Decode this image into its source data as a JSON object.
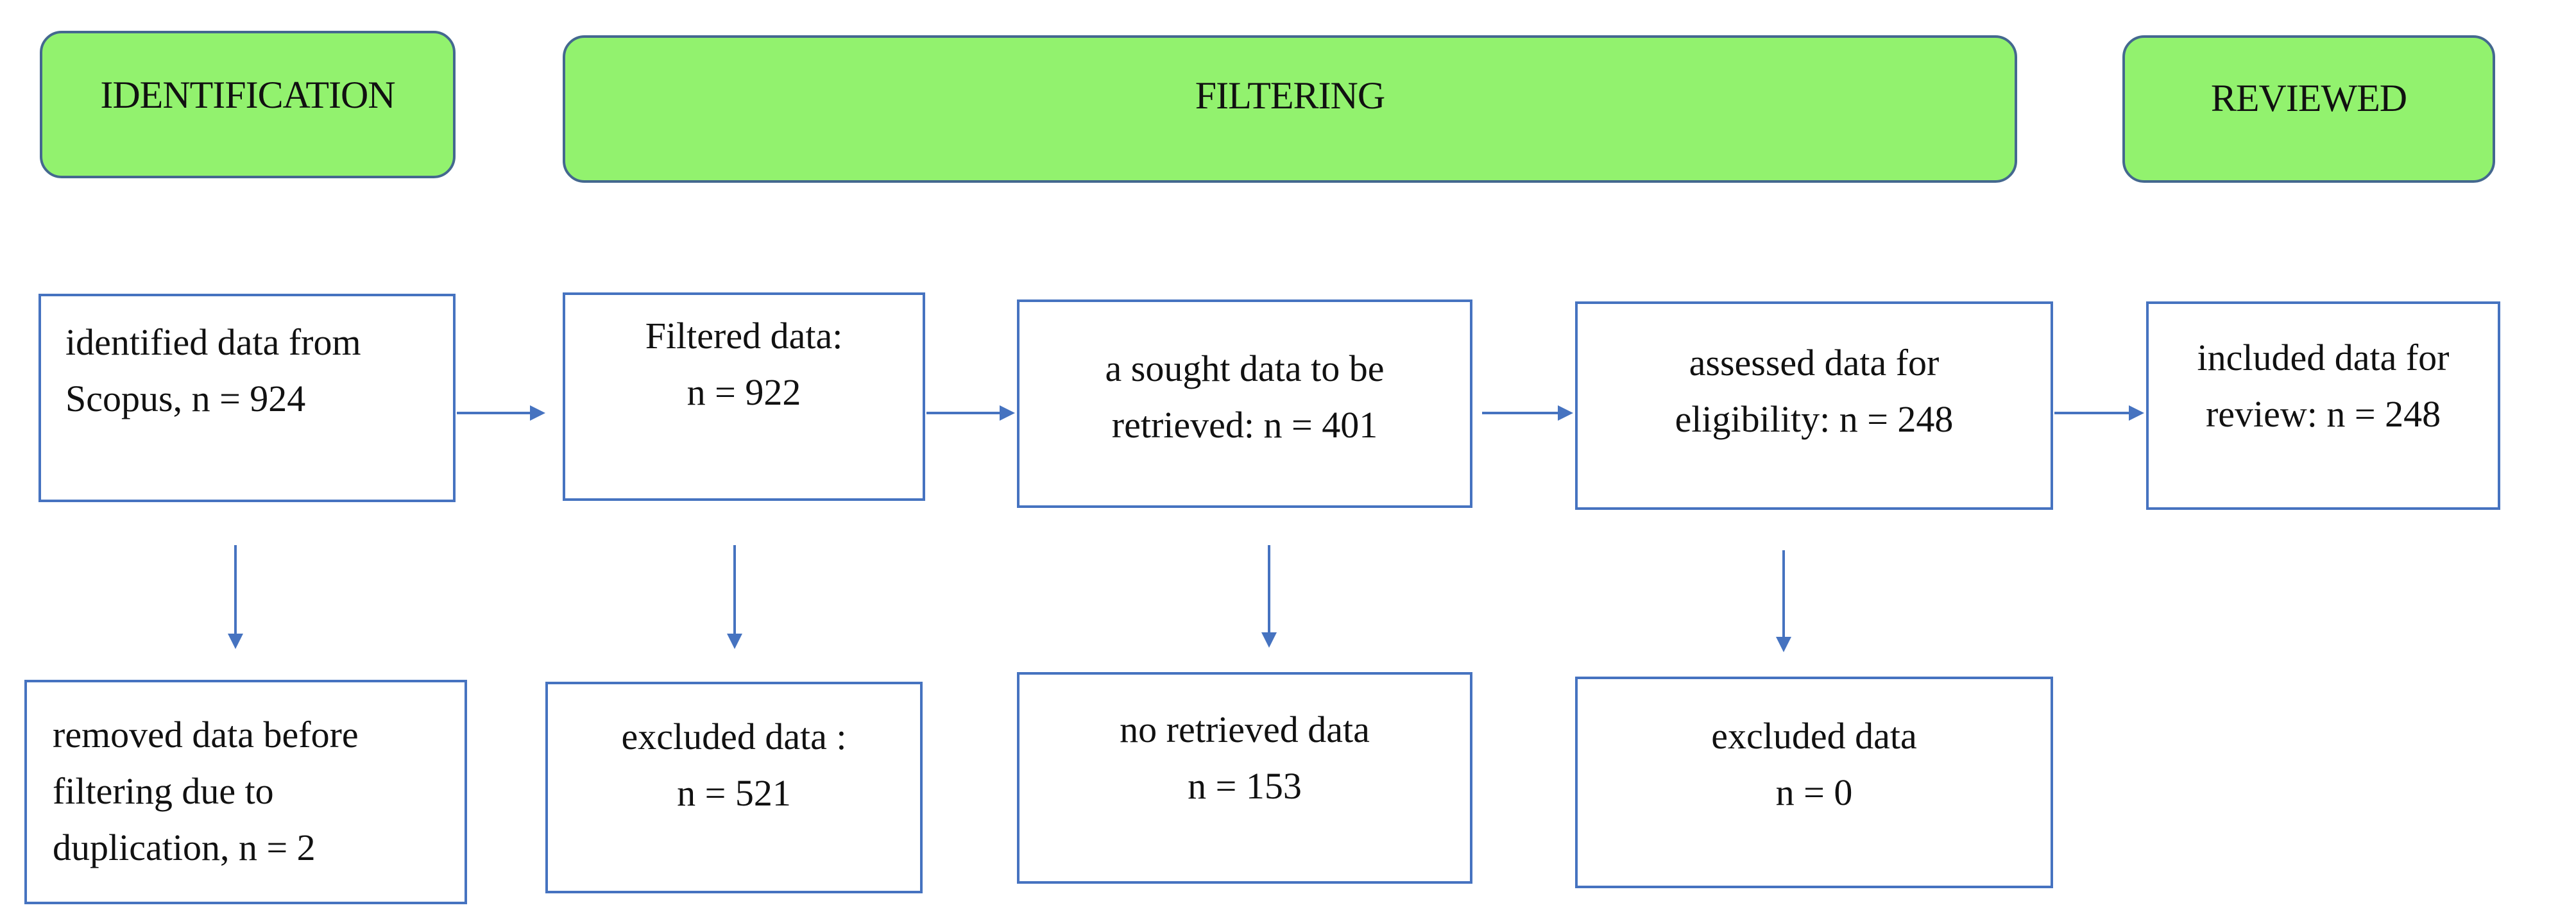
{
  "phases": {
    "identification": "IDENTIFICATION",
    "filtering": "FILTERING",
    "reviewed": "REVIEWED"
  },
  "flow": {
    "identified": [
      "identified data from",
      "Scopus, n = 924"
    ],
    "filtered": [
      "Filtered data:",
      "n = 922"
    ],
    "sought": [
      "a sought data to be",
      "retrieved: n = 401"
    ],
    "assessed": [
      "assessed data for",
      "eligibility: n = 248"
    ],
    "included": [
      "included data for",
      "review:  n = 248"
    ]
  },
  "excluded": {
    "removed": [
      "removed data before",
      "filtering due to",
      "duplication, n = 2"
    ],
    "excluded_filter": [
      "excluded data :",
      "n = 521"
    ],
    "not_retrieved": [
      "no retrieved data",
      "n = 153"
    ],
    "excluded_eligibility": [
      "excluded data",
      "n = 0"
    ]
  },
  "colors": {
    "phase_fill": "#92f26e",
    "phase_border": "#44688f",
    "box_border": "#4673c0",
    "arrow": "#4673c0"
  }
}
